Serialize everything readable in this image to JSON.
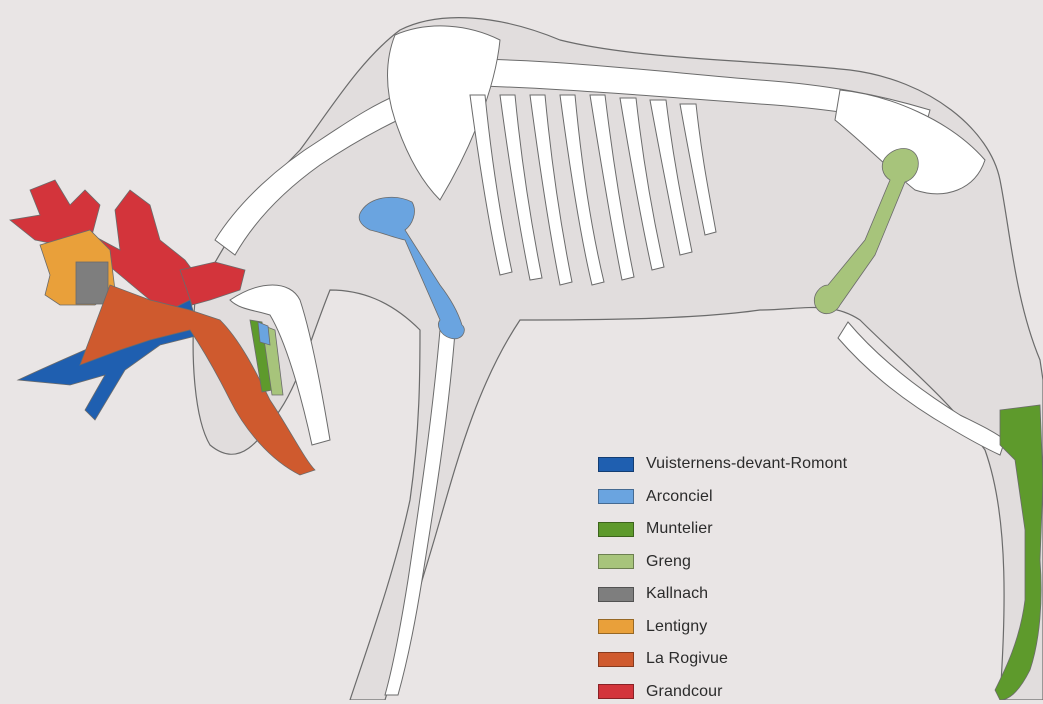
{
  "colors": {
    "background": "#e9e5e5",
    "silhouette": "#e1dddd",
    "outline": "#6b6b6b",
    "bone": "#ffffff"
  },
  "legend": [
    {
      "key": "vuisternens",
      "label": "Vuisternens-devant-Romont",
      "color": "#1f5fb0"
    },
    {
      "key": "arconciel",
      "label": "Arconciel",
      "color": "#6aa4e0"
    },
    {
      "key": "muntelier",
      "label": "Muntelier",
      "color": "#5e9a2c"
    },
    {
      "key": "greng",
      "label": "Greng",
      "color": "#a7c47b"
    },
    {
      "key": "kallnach",
      "label": "Kallnach",
      "color": "#7e7e7e"
    },
    {
      "key": "lentigny",
      "label": "Lentigny",
      "color": "#e9a03a"
    },
    {
      "key": "larogivue",
      "label": "La Rogivue",
      "color": "#cf5a2e"
    },
    {
      "key": "grandcour",
      "label": "Grandcour",
      "color": "#d3343b"
    }
  ]
}
